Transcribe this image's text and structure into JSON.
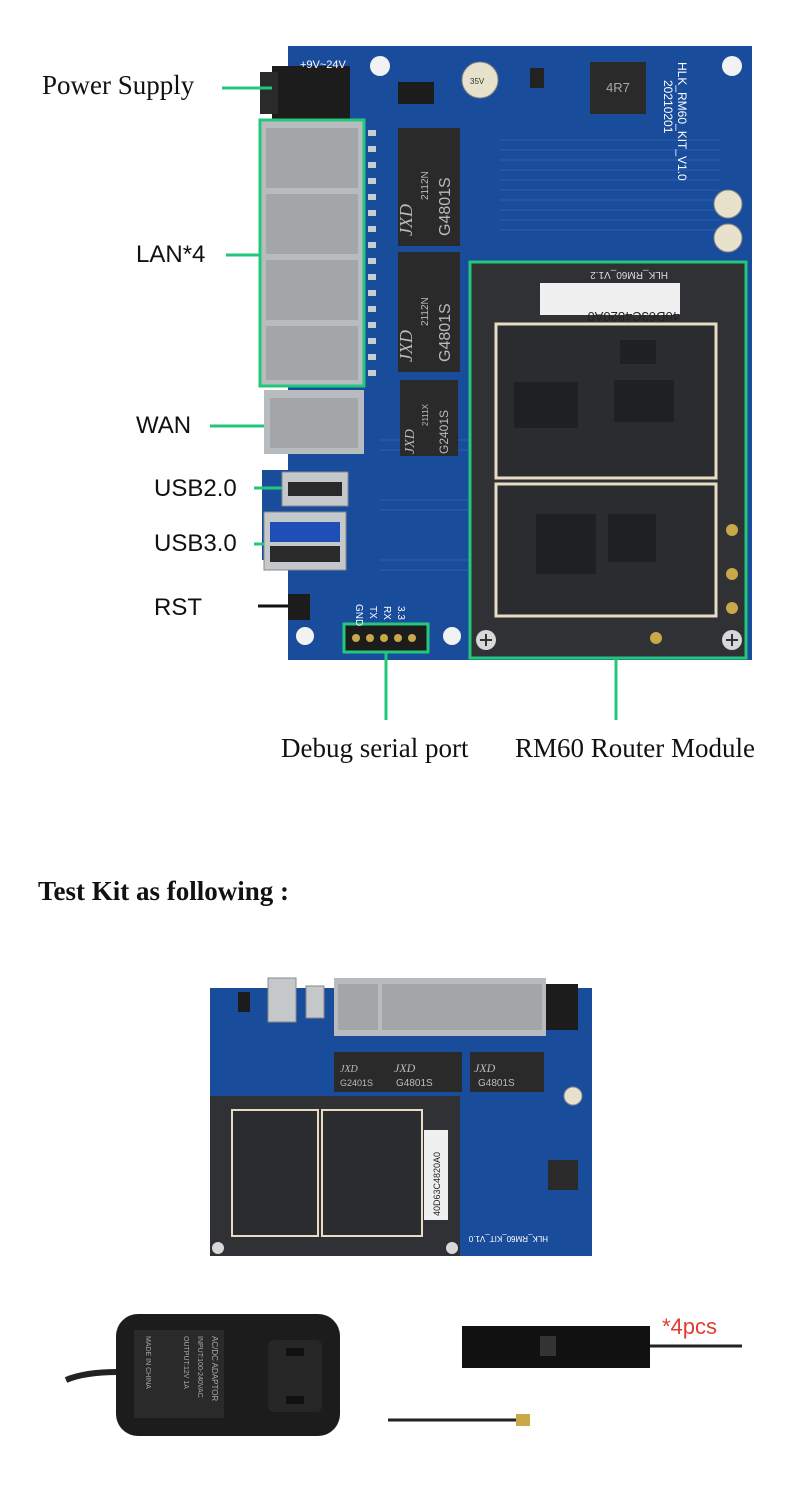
{
  "diagram": {
    "labels": {
      "power_supply": "Power Supply",
      "lan": "LAN*4",
      "wan": "WAN",
      "usb2": "USB2.0",
      "usb3": "USB3.0",
      "rst": "RST",
      "debug": "Debug serial port",
      "module": "RM60 Router Module"
    },
    "board_text": {
      "voltage": "+9V~24V",
      "model": "HLK_RM60_KIT_V1.0",
      "date": "20210201",
      "inductor": "4R7",
      "cap": "35V",
      "module_model": "HLK_RM60_V1.2",
      "module_id": "40D63C4820A0",
      "jxd": "JXD",
      "chip_2112n": "2112N",
      "chip_2111x": "2111X",
      "g4801s": "G4801S",
      "g2401s": "G2401S",
      "pins": [
        "3.3",
        "RX",
        "TX",
        "GND"
      ]
    },
    "accent_color": "#22c77a",
    "pcb_color": "#1a4c9c"
  },
  "test_kit": {
    "heading": "Test Kit as following :",
    "antenna_qty": "*4pcs",
    "adapter_text": [
      "AC/DC ADAPTOR",
      "INPUT:100-240VAC",
      "OUTPUT:12V 1A",
      "MADE IN CHINA"
    ]
  }
}
